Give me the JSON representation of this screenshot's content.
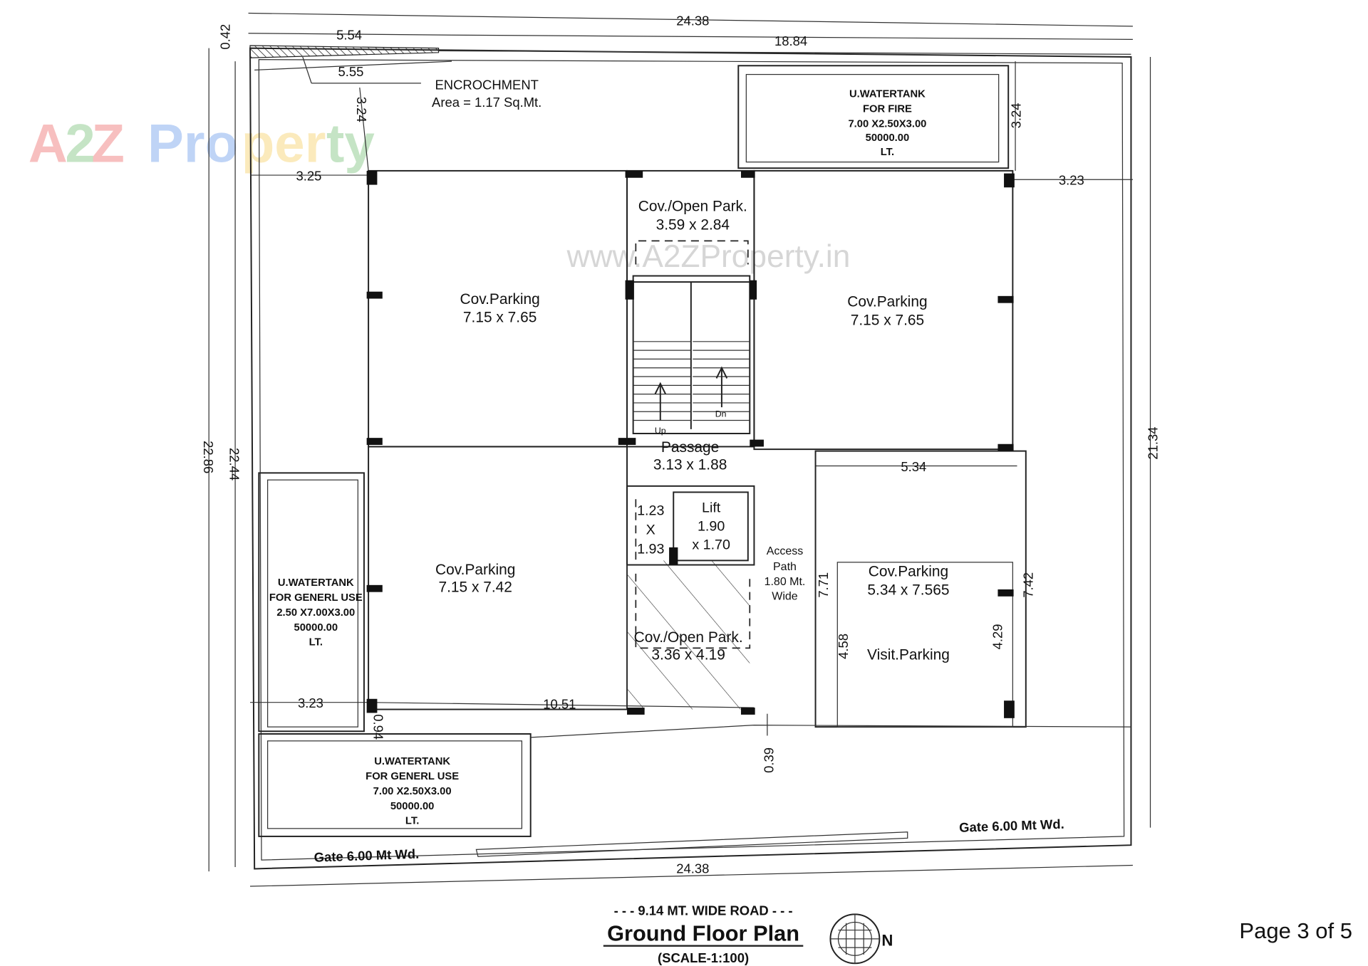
{
  "watermark": {
    "logo_text": "A2Z Property",
    "url_text": "www.A2ZProperty.in",
    "colors": [
      "#e94b4b",
      "#5bb45b",
      "#4a86e8",
      "#f4c542"
    ]
  },
  "dimensions": {
    "top_total": "24.38",
    "top_left": "5.54",
    "top_right": "18.84",
    "enc_width": "5.55",
    "enc_depth": "0.42",
    "setback_top": "3.24",
    "setback_top_right": "3.24",
    "setback_left_top": "3.25",
    "setback_right": "3.23",
    "left_outer": "22.86",
    "left_inner": "22.44",
    "right_total": "21.34",
    "setback_left_bottom": "3.23",
    "front_width": "10.51",
    "front_gap": "0.94",
    "front_gap_right": "0.39",
    "right_block_width": "5.34",
    "right_block_depth": "7.71",
    "right_block_depth2": "7.42",
    "visit_depth": "4.58",
    "visit_depth2": "4.29",
    "bottom_total": "24.38"
  },
  "encroachment": {
    "title": "ENCROCHMENT",
    "area": "Area = 1.17 Sq.Mt."
  },
  "tanks": {
    "fire": [
      "U.WATERTANK",
      "FOR FIRE",
      "7.00 X2.50X3.00",
      "50000.00",
      "LT."
    ],
    "general_left": [
      "U.WATERTANK",
      "FOR GENERL USE",
      "2.50 X7.00X3.00",
      "50000.00",
      "LT."
    ],
    "general_bottom": [
      "U.WATERTANK",
      "FOR GENERL USE",
      "7.00 X2.50X3.00",
      "50000.00",
      "LT."
    ]
  },
  "rooms": {
    "park_tl": [
      "Cov.Parking",
      "7.15 x 7.65"
    ],
    "park_tr": [
      "Cov.Parking",
      "7.15 x 7.65"
    ],
    "park_bl": [
      "Cov.Parking",
      "7.15 x 7.42"
    ],
    "park_br": [
      "Cov.Parking",
      "5.34 x 7.565"
    ],
    "open_top": [
      "Cov./Open Park.",
      "3.59 x 2.84"
    ],
    "open_bottom": [
      "Cov./Open Park.",
      "3.36 x 4.19"
    ],
    "passage": [
      "Passage",
      "3.13 x 1.88"
    ],
    "duct": [
      "1.23",
      "X",
      "1.93"
    ],
    "lift": [
      "Lift",
      "1.90",
      "x 1.70"
    ],
    "access": [
      "Access",
      "Path",
      "1.80 Mt.",
      "Wide"
    ],
    "visit": "Visit.Parking",
    "stair_up": "Up",
    "stair_dn": "Dn"
  },
  "gates": {
    "left": "Gate 6.00 Mt Wd.",
    "right": "Gate 6.00 Mt Wd."
  },
  "title_block": {
    "road": "- - - 9.14 MT. WIDE ROAD - - -",
    "title": "Ground Floor Plan",
    "scale": "(SCALE-1:100)",
    "north": "N"
  },
  "page_indicator": "Page 3 of 5"
}
